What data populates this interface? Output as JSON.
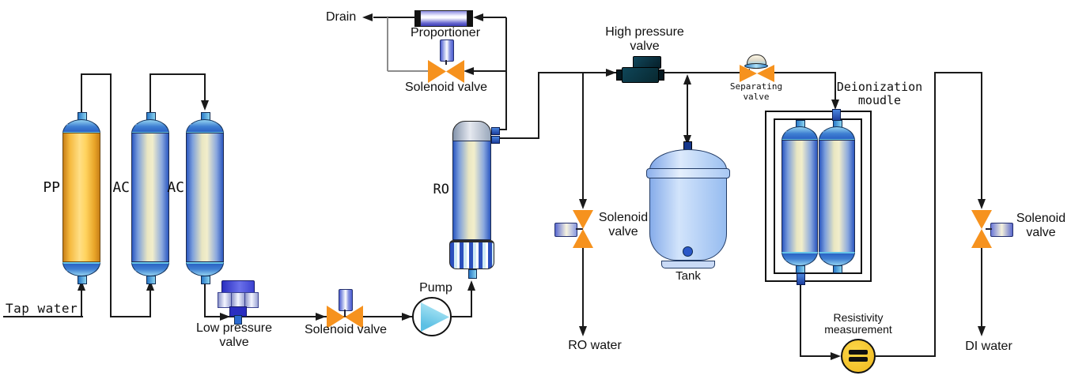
{
  "labels": {
    "drain": "Drain",
    "proportioner": "Proportioner",
    "solenoid_valve_drain": "Solenoid valve",
    "tap_water": "Tap water",
    "pp": "PP",
    "ac1": "AC",
    "ac2": "AC",
    "ro": "RO",
    "low_pressure_valve": {
      "line1": "Low pressure",
      "line2": "valve"
    },
    "solenoid_valve_feed": "Solenoid valve",
    "pump": "Pump",
    "high_pressure_valve": {
      "line1": "High pressure",
      "line2": "valve"
    },
    "separating_valve": {
      "line1": "Separating",
      "line2": "valve"
    },
    "deionization_module": {
      "line1": "Deionization",
      "line2": "moudle"
    },
    "tank": "Tank",
    "solenoid_valve_ro": {
      "line1": "Solenoid",
      "line2": "valve"
    },
    "ro_water": "RO water",
    "resistivity": {
      "line1": "Resistivity",
      "line2": "measurement"
    },
    "di_water": "DI water",
    "solenoid_valve_di": {
      "line1": "Solenoid",
      "line2": "valve"
    }
  },
  "palette": {
    "pipe": "#1A1A1A",
    "pipe_secondary": "#8C8C8C",
    "valve_orange": "#F6921E",
    "actuator_blue": "#4B5BD0",
    "column_blue": "#2B57C0",
    "column_pale_yellow": "#F2EECB",
    "pp_amber": "#F5B93E",
    "cap_blue": "#2A62C4",
    "tank_blue": "#A9C7F2",
    "high_pressure_valve_dark": "#0C3844",
    "resistivity_yellow": "#F6C21A",
    "proportioner_indigo": "#3B3BB4",
    "low_pressure_valve_blue": "#2A2EC0"
  }
}
